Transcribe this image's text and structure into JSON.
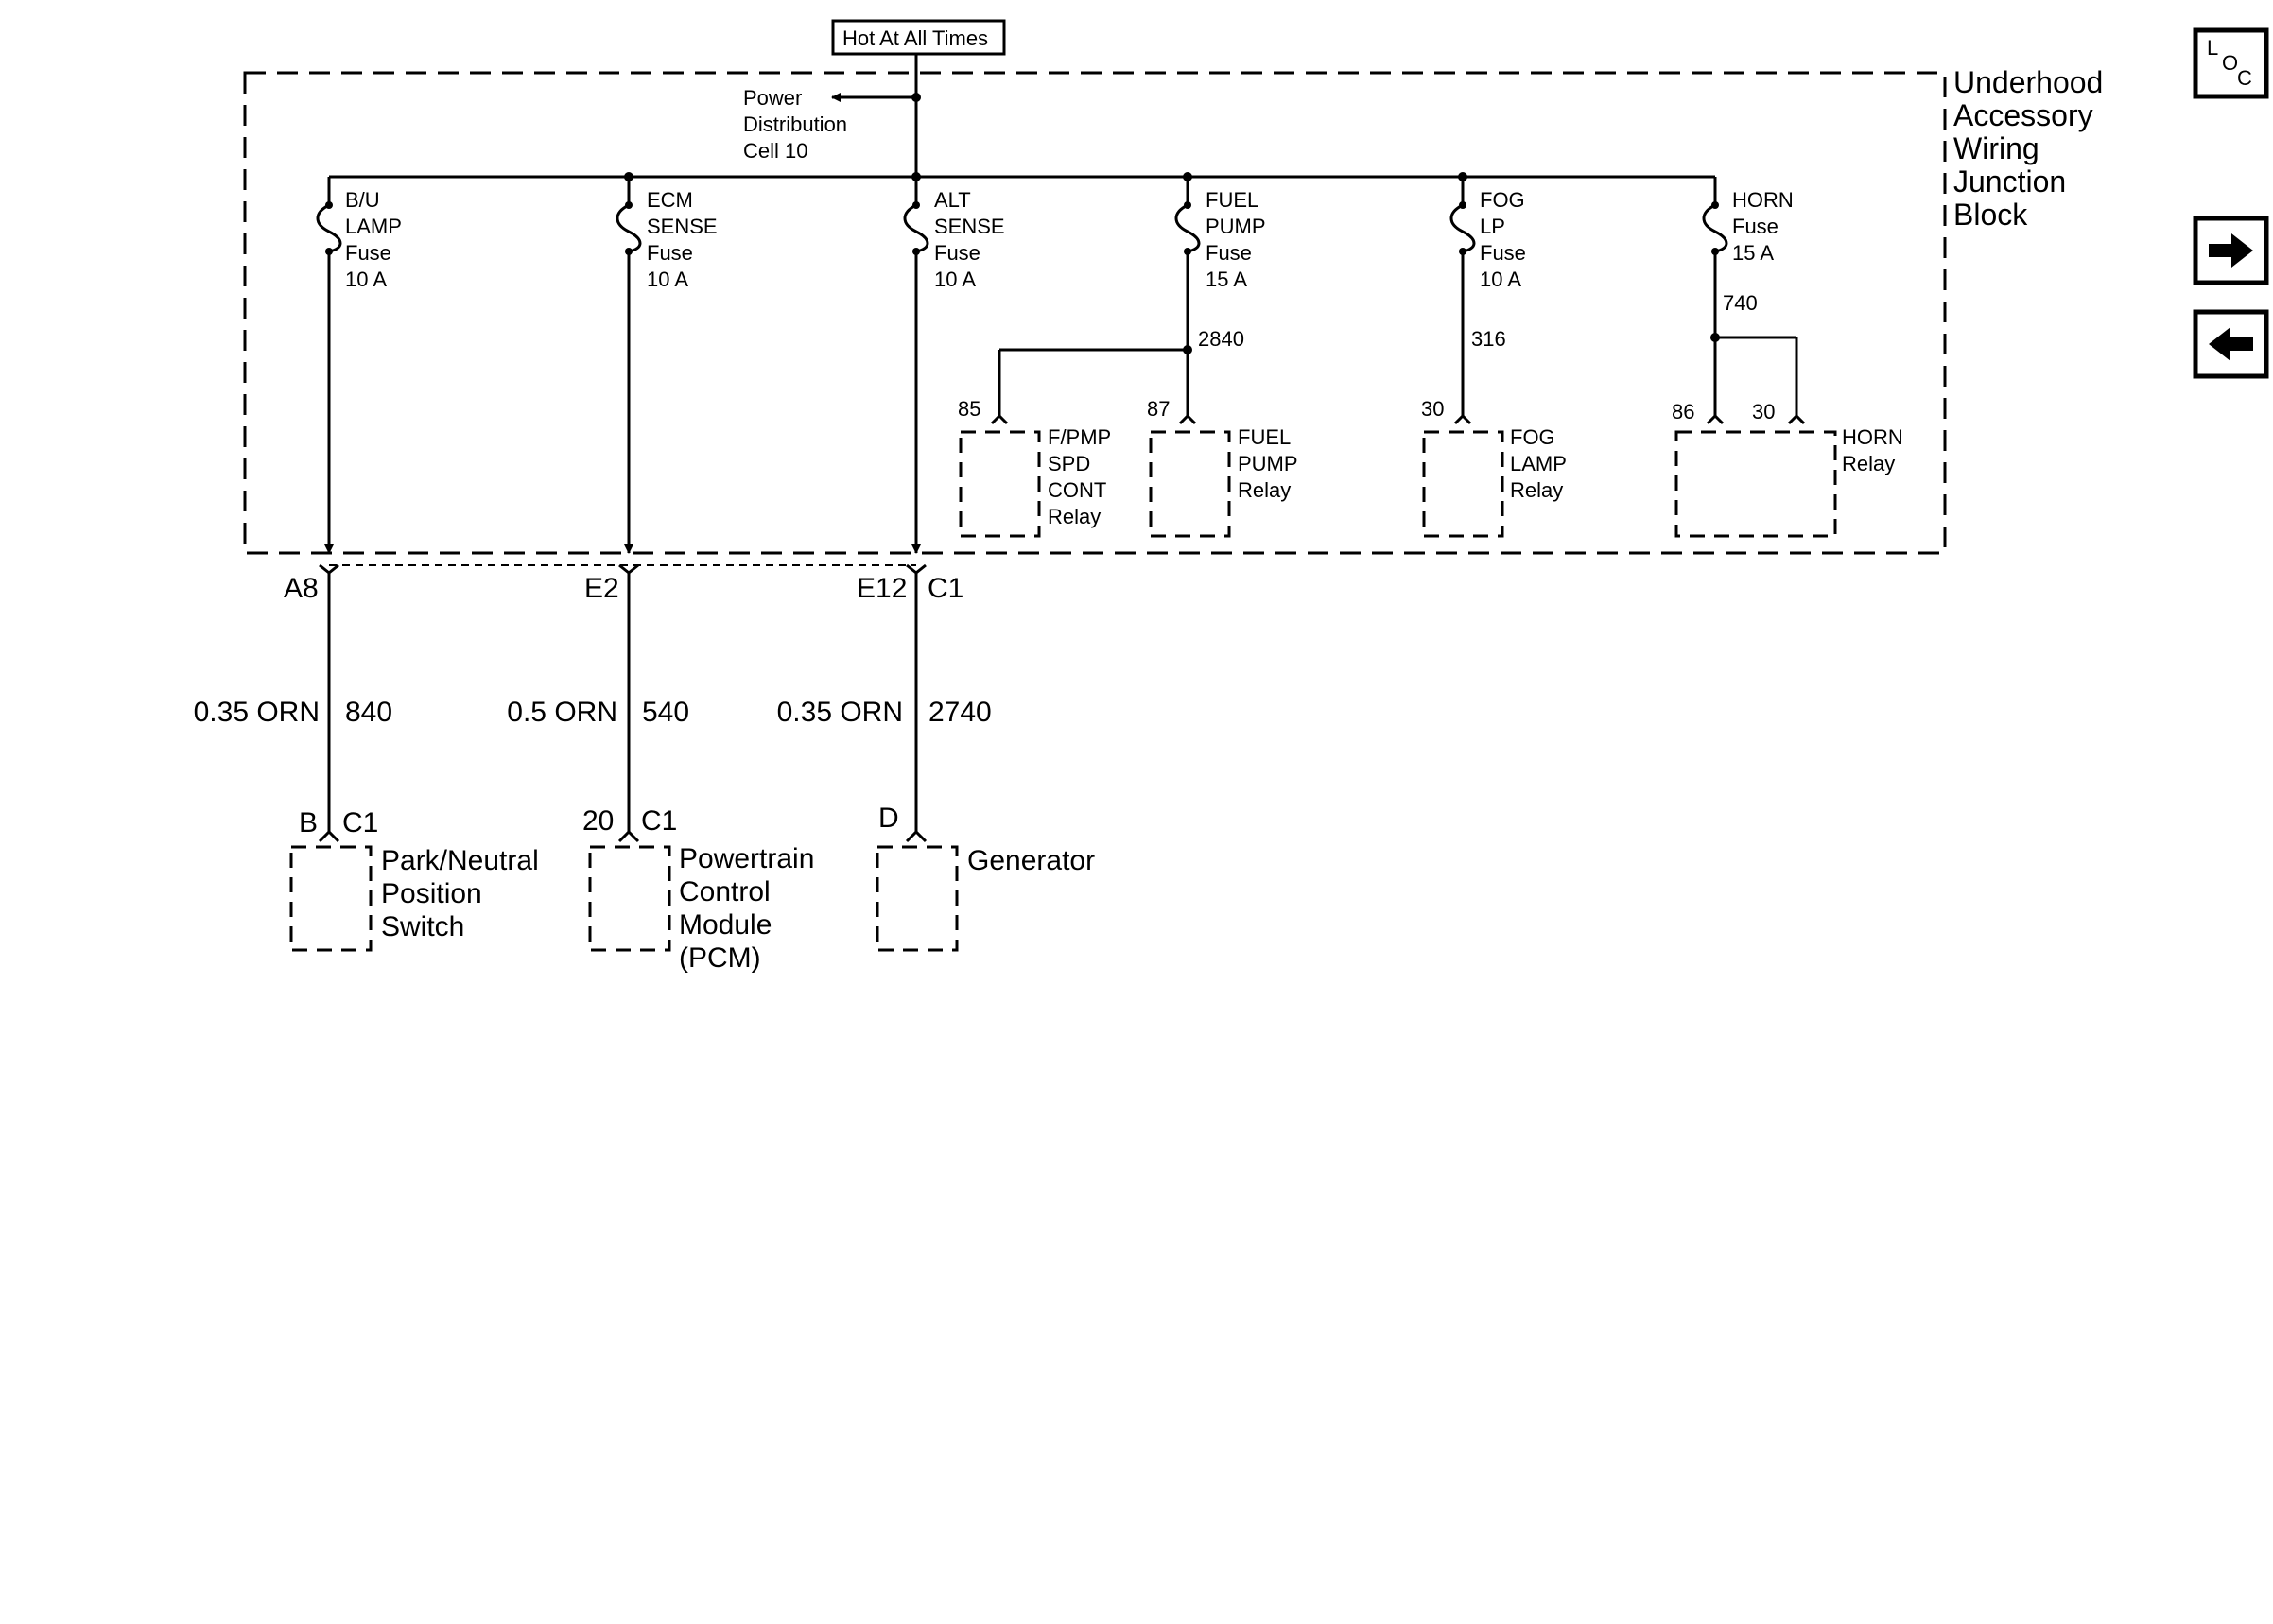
{
  "supply_label": "Hot At All Times",
  "power_distribution": [
    "Power",
    "Distribution",
    "Cell 10"
  ],
  "junction_block": [
    "Underhood",
    "Accessory",
    "Wiring",
    "Junction",
    "Block"
  ],
  "fuses": [
    {
      "lines": [
        "B/U",
        "LAMP",
        "Fuse",
        "10 A"
      ]
    },
    {
      "lines": [
        "ECM",
        "SENSE",
        "Fuse",
        "10 A"
      ]
    },
    {
      "lines": [
        "ALT",
        "SENSE",
        "Fuse",
        "10 A"
      ]
    },
    {
      "lines": [
        "FUEL",
        "PUMP",
        "Fuse",
        "15 A"
      ]
    },
    {
      "lines": [
        "FOG",
        "LP",
        "Fuse",
        "10 A"
      ]
    },
    {
      "lines": [
        "HORN",
        "Fuse",
        "15 A"
      ]
    }
  ],
  "circuits": {
    "fuel_pump": "2840",
    "fog": "316",
    "horn": "740"
  },
  "relays": [
    {
      "pin": "85",
      "lines": [
        "F/PMP",
        "SPD",
        "CONT",
        "Relay"
      ]
    },
    {
      "pin": "87",
      "lines": [
        "FUEL",
        "PUMP",
        "Relay"
      ]
    },
    {
      "pin": "30",
      "lines": [
        "FOG",
        "LAMP",
        "Relay"
      ]
    },
    {
      "pins": [
        "86",
        "30"
      ],
      "lines": [
        "HORN",
        "Relay"
      ]
    }
  ],
  "outputs": [
    {
      "connector_pin": "A8",
      "connector": "",
      "wire": "0.35 ORN",
      "circuit": "840",
      "dest_pin": "B",
      "dest_connector": "C1",
      "component": [
        "Park/Neutral",
        "Position",
        "Switch"
      ]
    },
    {
      "connector_pin": "E2",
      "connector": "",
      "wire": "0.5 ORN",
      "circuit": "540",
      "dest_pin": "20",
      "dest_connector": "C1",
      "component": [
        "Powertrain",
        "Control",
        "Module",
        "(PCM)"
      ]
    },
    {
      "connector_pin": "E12",
      "connector": "C1",
      "wire": "0.35 ORN",
      "circuit": "2740",
      "dest_pin": "D",
      "dest_connector": "",
      "component": [
        "Generator"
      ]
    }
  ],
  "nav": {
    "loc_top": "L",
    "loc_mid": "O",
    "loc_bot": "C",
    "forward_icon": "arrow-right-icon",
    "back_icon": "arrow-left-icon"
  }
}
